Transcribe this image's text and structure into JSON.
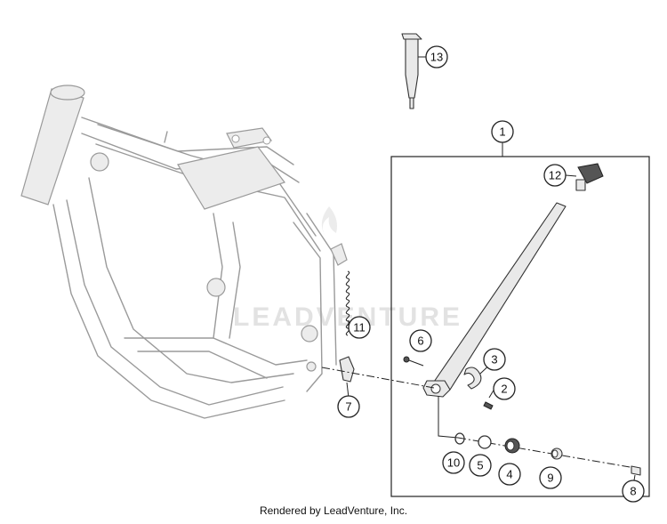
{
  "diagram": {
    "watermark": "LEADVENTURE",
    "footer": "Rendered by LeadVenture, Inc.",
    "callouts": {
      "c1": "1",
      "c2": "2",
      "c3": "3",
      "c4": "4",
      "c5": "5",
      "c6": "6",
      "c7": "7",
      "c8": "8",
      "c9": "9",
      "c10": "10",
      "c11": "11",
      "c12": "12",
      "c13": "13"
    }
  }
}
